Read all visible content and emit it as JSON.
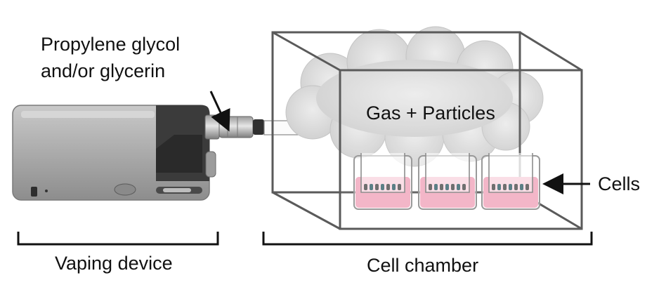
{
  "labels": {
    "liquid_line1": "Propylene glycol",
    "liquid_line2": "and/or glycerin",
    "gas_particles": "Gas + Particles",
    "cells": "Cells",
    "vaping_device": "Vaping device",
    "cell_chamber": "Cell chamber"
  },
  "colors": {
    "device_body": "#a8a8a8",
    "device_cap": "#3a3a3a",
    "chamber_edge": "#555555",
    "cloud": "#d9d9d9",
    "medium": "#f3b6c8"
  }
}
